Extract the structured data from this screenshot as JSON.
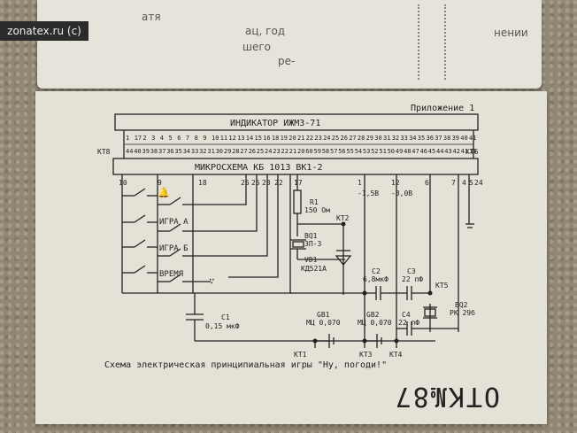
{
  "watermark": "zonatex.ru (c)",
  "top_page": {
    "frag1": "атя",
    "frag2": "ац, год",
    "frag3": "шего",
    "frag4": "ре-",
    "frag5": "нении"
  },
  "schematic": {
    "appendix": "Приложение 1",
    "indicator_label": "ИНДИКАТОР  ИЖМЗ-71",
    "chip_label": "МИКРОСХЕМА   КБ 1013 ВК1-2",
    "kt8": "КТ8",
    "kt6": "КТ6",
    "pins_top": [
      "1",
      "17",
      "2",
      "3",
      "4",
      "5",
      "6",
      "7",
      "8",
      "9",
      "10",
      "11",
      "12",
      "13",
      "14",
      "15",
      "16",
      "18",
      "19",
      "20",
      "21",
      "22",
      "23",
      "24",
      "25",
      "26",
      "27",
      "28",
      "29",
      "30",
      "31",
      "32",
      "33",
      "34",
      "35",
      "36",
      "37",
      "38",
      "39",
      "40",
      "41"
    ],
    "pins_bottom": [
      "44",
      "40",
      "39",
      "38",
      "37",
      "36",
      "35",
      "34",
      "33",
      "32",
      "31",
      "30",
      "29",
      "28",
      "27",
      "26",
      "25",
      "24",
      "23",
      "22",
      "21",
      "20",
      "60",
      "59",
      "58",
      "57",
      "56",
      "55",
      "54",
      "53",
      "52",
      "51",
      "50",
      "49",
      "48",
      "47",
      "46",
      "45",
      "44",
      "43",
      "42",
      "41",
      "15"
    ],
    "chip_pins": {
      "p10": "10",
      "p9": "9",
      "p18": "18",
      "p26": "26",
      "p25": "25",
      "p23": "23",
      "p22": "22",
      "p17": "17",
      "p1": "1",
      "p12": "12",
      "p6": "6",
      "p7": "7",
      "p4": "4",
      "p5": "5",
      "p24": "24"
    },
    "v1": "-1,5В",
    "v2": "-3,0В",
    "buttons": {
      "game_a": "ИГРА А",
      "game_b": "ИГРА Б",
      "time": "ВРЕМЯ"
    },
    "r1_name": "R1",
    "r1_val": "150 Ом",
    "kt2": "КТ2",
    "bq1_name": "BQ1",
    "bq1_val": "ЗП-3",
    "vd1_name": "VD1",
    "vd1_val": "КД521А",
    "c2_name": "C2",
    "c2_val": "6,8мкФ",
    "c3_name": "C3",
    "c3_val": "22 пФ",
    "kt5": "КТ5",
    "c4_name": "C4",
    "c4_val": "22 пФ",
    "bq2_name": "BQ2",
    "bq2_val": "РК 29б",
    "c1_name": "C1",
    "c1_val": "0,15 мкФ",
    "gb1_name": "GB1",
    "gb1_val": "МЦ 0,070",
    "gb2_name": "GB2",
    "gb2_val": "МЦ 0,070",
    "kt1": "КТ1",
    "kt3": "КТ3",
    "kt4": "КТ4",
    "caption": "Схема электрическая принципиальная игры \"Ну, погоди!\"",
    "stamp": "ОТК№87"
  }
}
